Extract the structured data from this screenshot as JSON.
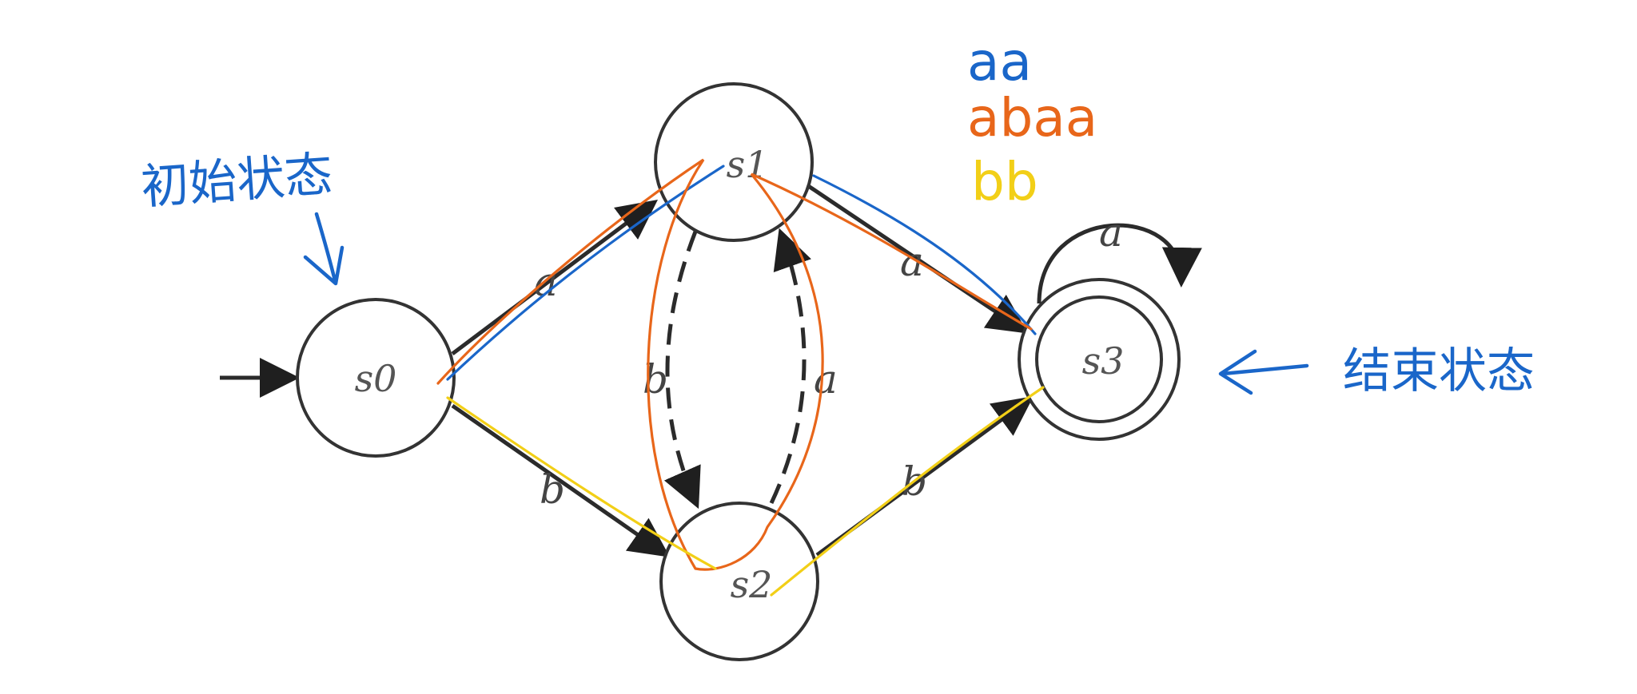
{
  "diagram": {
    "states": {
      "s0": "s0",
      "s1": "s1",
      "s2": "s2",
      "s3": "s3"
    },
    "edges": {
      "s0_s1": "a",
      "s0_s2": "b",
      "s1_s2": "b",
      "s2_s1": "a",
      "s1_s3": "a",
      "s2_s3": "b",
      "s3_loop": "a"
    },
    "legend": [
      {
        "text": "aa",
        "color": "#1a66c9"
      },
      {
        "text": "abaa",
        "color": "#e8661a"
      },
      {
        "text": "bb",
        "color": "#f2cf17"
      }
    ],
    "annotations": {
      "start_label": "初始状态",
      "end_label": "结束状态"
    }
  }
}
